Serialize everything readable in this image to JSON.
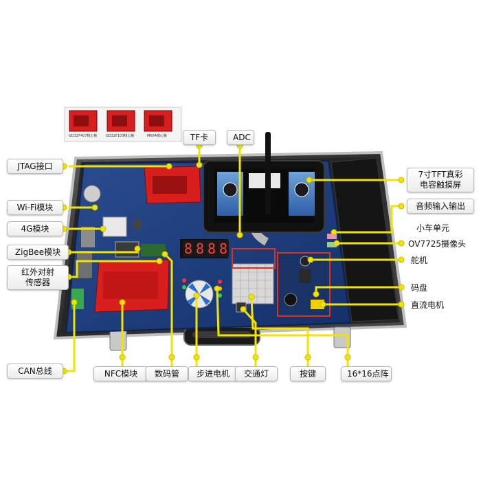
{
  "modules": {
    "core_boards": [
      "GD32F407核心板",
      "GD32F103核心板",
      "MK64核心板"
    ],
    "jtag": "JTAG接口",
    "wifi": "Wi-Fi模块",
    "g4": "4G模块",
    "zigbee": "ZigBee模块",
    "ir_line1": "红外对射",
    "ir_line2": "传感器",
    "can": "CAN总线",
    "nfc": "NFC模块",
    "seg": "数码管",
    "stepper": "步进电机",
    "traffic": "交通灯",
    "keys": "按键",
    "matrix": "16*16点阵",
    "tf": "TF卡",
    "adc": "ADC",
    "tft_line1": "7寸TFT真彩",
    "tft_line2": "电容触摸屏",
    "audio": "音频输入输出",
    "car": "小车单元",
    "camera": "OV7725摄像头",
    "servo": "舵机",
    "encoder": "码盘",
    "dc_motor": "直流电机"
  },
  "colors": {
    "accent": "#f2e400",
    "board": "#1d3b78",
    "case": "#2b2b2b",
    "red_pcb": "#d91e1e",
    "highlight": "#e0301e"
  }
}
